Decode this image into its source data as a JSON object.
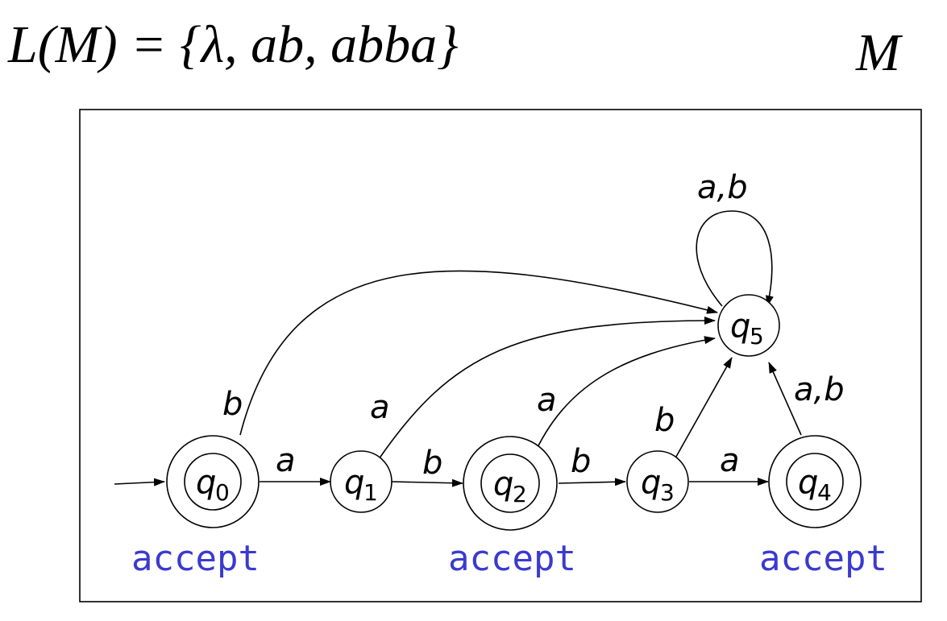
{
  "title": "L(M) = {λ, ab, abba}",
  "machine_name": "M",
  "states": [
    {
      "name": "q",
      "sub": "0",
      "accepting": true
    },
    {
      "name": "q",
      "sub": "1",
      "accepting": false
    },
    {
      "name": "q",
      "sub": "2",
      "accepting": true
    },
    {
      "name": "q",
      "sub": "3",
      "accepting": false
    },
    {
      "name": "q",
      "sub": "4",
      "accepting": true
    },
    {
      "name": "q",
      "sub": "5",
      "accepting": false
    }
  ],
  "transitions": [
    {
      "from": "q0",
      "to": "q1",
      "label": "a"
    },
    {
      "from": "q1",
      "to": "q2",
      "label": "b"
    },
    {
      "from": "q2",
      "to": "q3",
      "label": "b"
    },
    {
      "from": "q3",
      "to": "q4",
      "label": "a"
    },
    {
      "from": "q0",
      "to": "q5",
      "label": "b"
    },
    {
      "from": "q1",
      "to": "q5",
      "label": "a"
    },
    {
      "from": "q2",
      "to": "q5",
      "label": "a"
    },
    {
      "from": "q3",
      "to": "q5",
      "label": "b"
    },
    {
      "from": "q4",
      "to": "q5",
      "label": "a,b"
    },
    {
      "from": "q5",
      "to": "q5",
      "label": "a,b"
    }
  ],
  "accept_label": "accept"
}
